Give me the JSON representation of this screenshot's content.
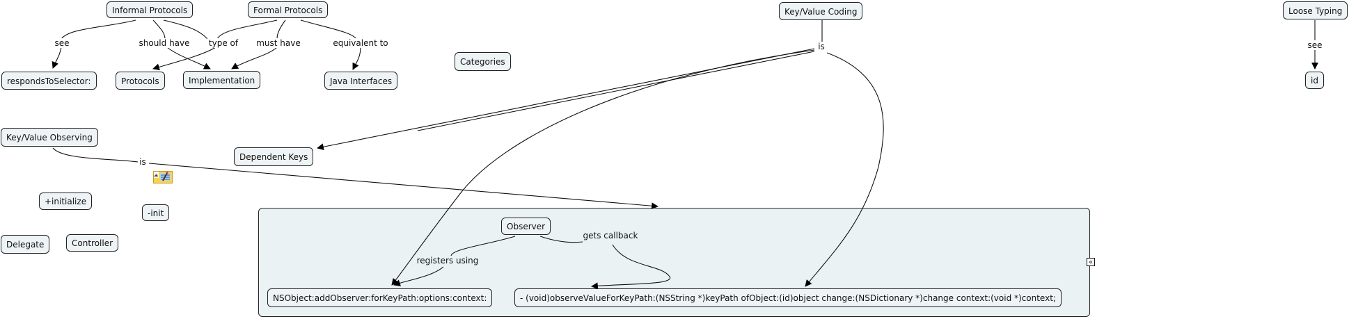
{
  "concepts": {
    "informal_protocols": "Informal Protocols",
    "formal_protocols": "Formal Protocols",
    "key_value_coding": "Key/Value Coding",
    "loose_typing": "Loose Typing",
    "responds_to_selector": "respondsToSelector:",
    "protocols": "Protocols",
    "implementation": "Implementation",
    "java_interfaces": "Java Interfaces",
    "categories": "Categories",
    "id": "id",
    "key_value_observing": "Key/Value Observing",
    "dependent_keys": "Dependent Keys",
    "initialize": "+initialize",
    "init": "-init",
    "delegate": "Delegate",
    "controller": "Controller",
    "observer": "Observer",
    "add_observer": "NSObject:addObserver:forKeyPath:options:context:",
    "observe_value": "- (void)observeValueForKeyPath:(NSString *)keyPath ofObject:(id)object change:(NSDictionary *)change context:(void *)context;"
  },
  "links": {
    "see_1": "see",
    "should_have": "should have",
    "type_of": "type of",
    "must_have": "must have",
    "equivalent_to": "equivalent to",
    "is_kvc": "is",
    "see_2": "see",
    "is_kvo": "is",
    "registers_using": "registers using",
    "gets_callback": "gets callback"
  },
  "icons": {
    "note": "annotation-note-icon",
    "collapse": "collapse-chevrons-icon"
  },
  "colors": {
    "node_fill": "#eef3f5",
    "group_fill": "#eaf2f4",
    "stroke": "#222222"
  },
  "group": {
    "collapse_glyph": "«"
  }
}
